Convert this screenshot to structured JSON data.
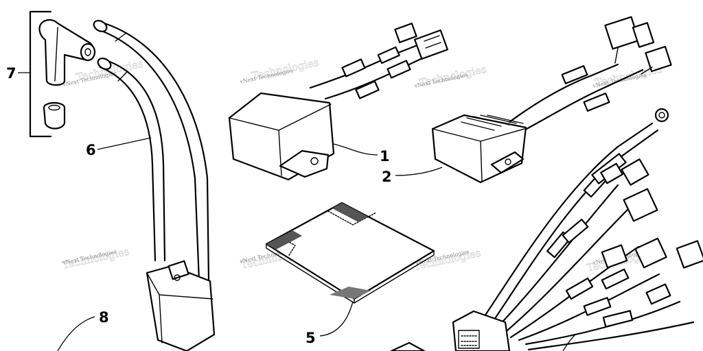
{
  "callouts": {
    "c1": "1",
    "c2": "2",
    "c5": "5",
    "c6": "6",
    "c7": "7",
    "c8": "8"
  },
  "watermark": {
    "text": "vNext Technologies",
    "ghost": "Technologies"
  }
}
